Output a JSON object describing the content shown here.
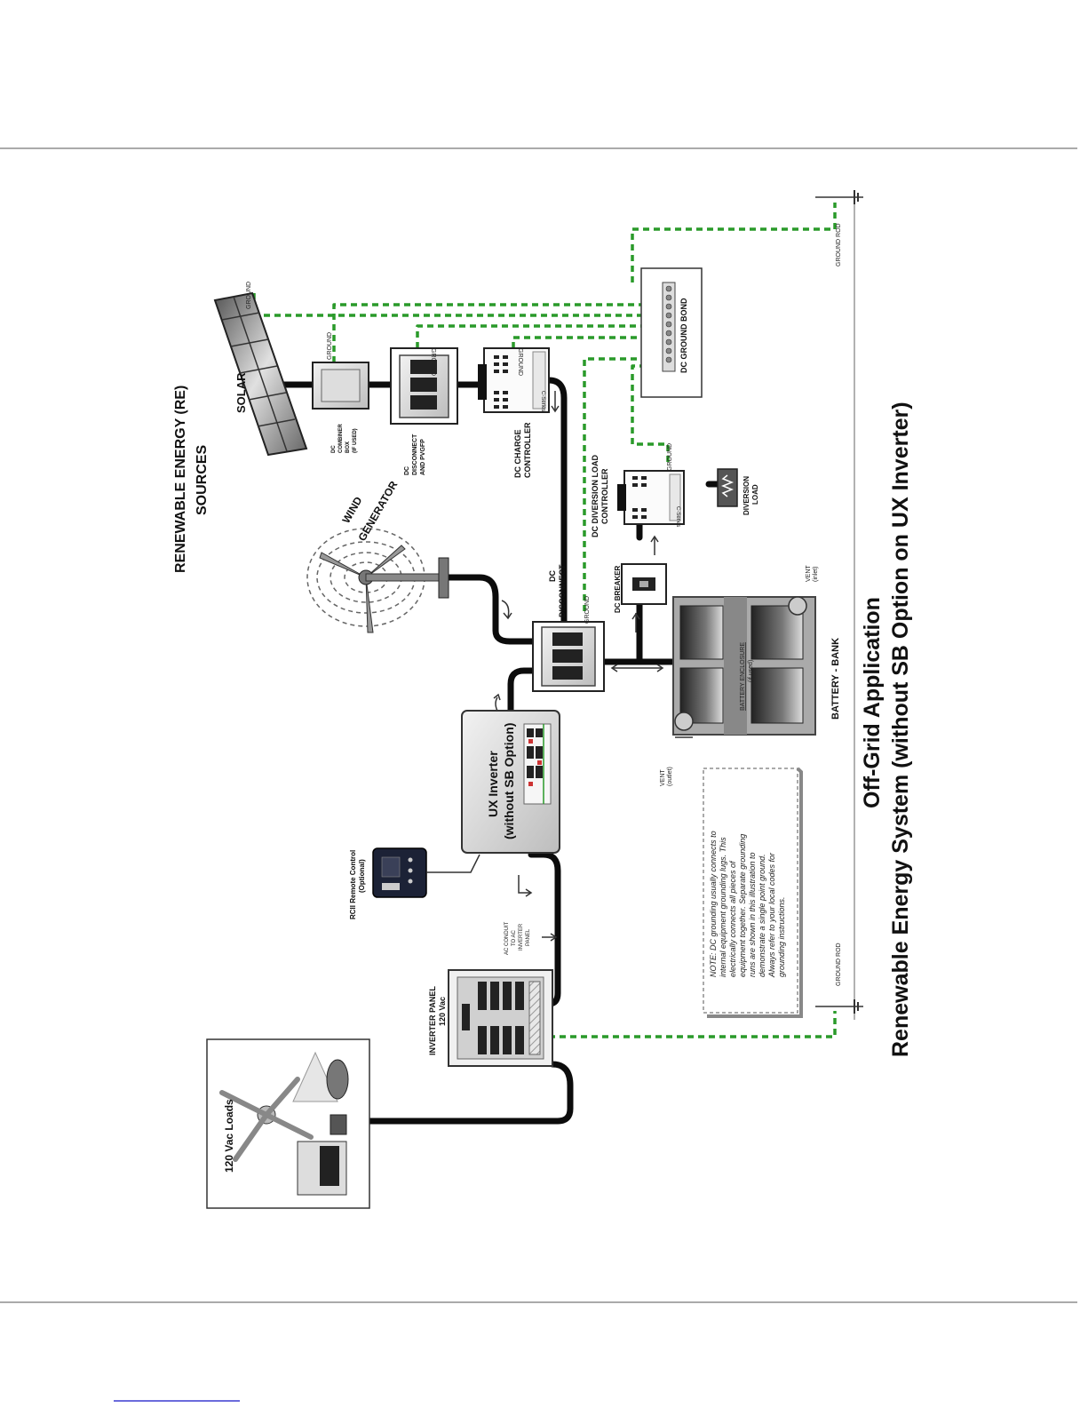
{
  "title": {
    "line1": "Off-Grid Application",
    "line2": "Renewable Energy System (without SB Option on UX Inverter)"
  },
  "labels": {
    "re_sources_1": "RENEWABLE ENERGY (RE)",
    "re_sources_2": "SOURCES",
    "solar": "SOLAR",
    "ground": "GROUND",
    "combiner_1": "DC",
    "combiner_2": "COMBINER",
    "combiner_3": "BOX",
    "combiner_4": "(IF USED)",
    "dc_disc_pv_1": "DC",
    "dc_disc_pv_2": "DISCONNECT",
    "dc_disc_pv_3": "AND PVGFP",
    "charge_ctrl_1": "DC CHARGE",
    "charge_ctrl_2": "CONTROLLER",
    "c_series": "C-Series",
    "dc_ground_bond": "DC GROUND BOND",
    "ground_rod": "GROUND ROD",
    "wind_1": "WIND",
    "wind_2": "GENERATOR",
    "diversion_ctrl_1": "DC DIVERSION LOAD",
    "diversion_ctrl_2": "CONTROLLER",
    "diversion_load_1": "DIVERSION",
    "diversion_load_2": "LOAD",
    "dc_disconnect_1": "DC",
    "dc_disconnect_2": "DISCONNECT",
    "dc_breaker": "DC BREAKER",
    "vent_inlet_1": "VENT",
    "vent_inlet_2": "(inlet)",
    "vent_outlet_1": "VENT",
    "vent_outlet_2": "(outlet)",
    "battery_enclosure_1": "BATTERY ENCLOSURE",
    "battery_enclosure_2": "(if used)",
    "battery_bank": "BATTERY - BANK",
    "ux_inverter_1": "UX Inverter",
    "ux_inverter_2": "(without SB Option)",
    "remote_1": "RCII Remote Control",
    "remote_2": "(Optional)",
    "ac_conduit_1": "AC CONDUIT",
    "ac_conduit_2": "TO AC",
    "ac_conduit_3": "INVERTER",
    "ac_conduit_4": "PANEL",
    "inverter_panel_1": "INVERTER PANEL",
    "inverter_panel_2": "120 Vac",
    "loads": "120 Vac Loads"
  },
  "note": {
    "line1": "NOTE: DC grounding usually connects to",
    "line2": "internal equipment grounding lugs. This",
    "line3": "electrically connects all pieces of",
    "line4": "equipment together. Separate grounding",
    "line5": "runs are shown in this illustration to",
    "line6": "demonstrate a single point ground.",
    "line7": "Always refer to your local codes for",
    "line8": "grounding instructions."
  },
  "colors": {
    "ground_wire": "#2a9a2a",
    "cable": "#0c0c0c"
  }
}
